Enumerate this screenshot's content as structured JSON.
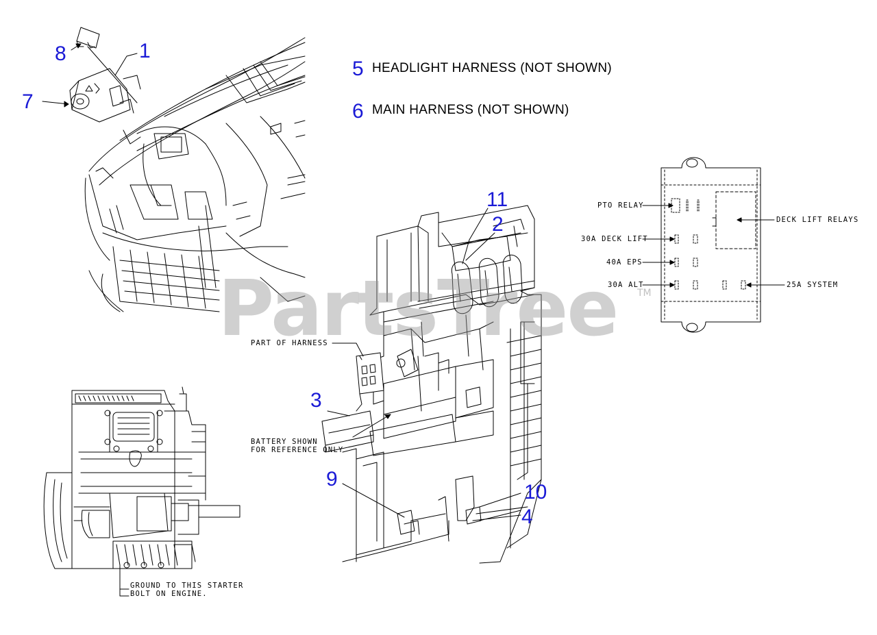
{
  "callouts": {
    "c1": "1",
    "c2": "2",
    "c3": "3",
    "c4": "4",
    "c5": "5",
    "c6": "6",
    "c7": "7",
    "c8": "8",
    "c9": "9",
    "c10": "10",
    "c11": "11"
  },
  "notes": {
    "headlight": "HEADLIGHT HARNESS (NOT SHOWN)",
    "main": "MAIN HARNESS (NOT SHOWN)"
  },
  "labels": {
    "part_of_harness": "PART OF HARNESS",
    "battery_line1": "BATTERY SHOWN",
    "battery_line2": "FOR REFERENCE ONLY",
    "ground_line1": "GROUND TO THIS STARTER",
    "ground_line2": "BOLT ON ENGINE."
  },
  "fuse_block": {
    "pto_relay": "PTO RELAY",
    "deck_lift": "30A DECK LIFT",
    "eps": "40A EPS",
    "alt": "30A ALT",
    "deck_lift_relays": "DECK LIFT RELAYS",
    "system": "25A SYSTEM"
  },
  "watermark": {
    "text": "PartsTree",
    "tm": "TM"
  },
  "colors": {
    "callout": "#1a1ad6",
    "line": "#000000",
    "watermark": "#969696"
  }
}
